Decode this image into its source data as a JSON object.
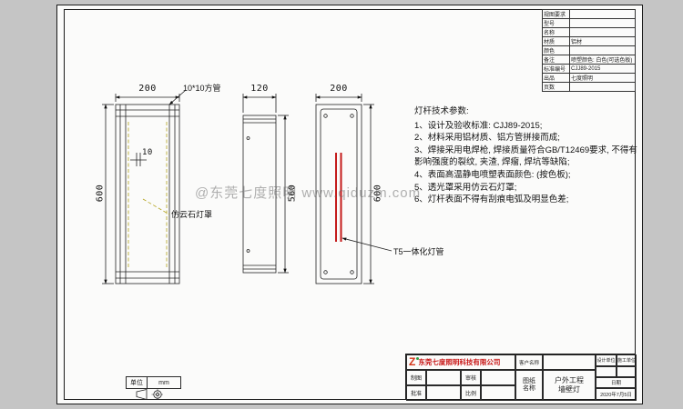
{
  "watermark": "@东莞七度照明 www.qiduzm.com",
  "views": {
    "front": {
      "dim_width": "200",
      "dim_height": "600",
      "tube_label": "10*10方管",
      "gap_dim": "10",
      "shade_label": "仿云石灯罩"
    },
    "side": {
      "dim_width": "120",
      "dim_height": "560"
    },
    "back": {
      "dim_width": "200",
      "dim_height": "600",
      "lamp_label": "T5一体化灯管"
    }
  },
  "notes": {
    "title": "灯杆技术参数:",
    "lines": [
      "1、设计及验收标准: CJJ89-2015;",
      "2、材料采用铝材质、铝方管拼接而成;",
      "3、焊接采用电焊枪, 焊接质量符合GB/T12469要求, 不得有",
      "影响强度的裂纹, 夹渣, 焊瘤, 焊坑等缺陷;",
      "4、表面高温静电喷塑表面颜色: (按色板);",
      "5、透光罩采用仿云石灯罩;",
      "6、灯杆表面不得有刮痕电弧及明显色差;"
    ]
  },
  "spec_table": {
    "rows": [
      {
        "label": "规图要求",
        "value": ""
      },
      {
        "label": "型号",
        "value": ""
      },
      {
        "label": "名称",
        "value": ""
      },
      {
        "label": "材质",
        "value": "铝材"
      },
      {
        "label": "颜色",
        "value": ""
      },
      {
        "label": "备注",
        "value": "喷塑颜色: 白色(可选色板)"
      },
      {
        "label": "标准编号",
        "value": "CJJ89-2015"
      },
      {
        "label": "出品",
        "value": "七度照明"
      },
      {
        "label": "页数",
        "value": ""
      }
    ]
  },
  "title_block": {
    "logo_letter": "Z",
    "company": "东莞七度照明科技有限公司",
    "customer_label": "客户名称",
    "drawing_name_label": "图纸名称",
    "drawing_name_value": "户外工程墙壁灯",
    "draft_label": "制图",
    "check_label": "审核",
    "approve_label": "批准",
    "scale_label": "比例",
    "design_unit_label": "设计单位",
    "build_unit_label": "施工单位",
    "date_label": "日期",
    "date_value": "2020年7月5日"
  },
  "unit_box": {
    "label": "单位",
    "value": "mm"
  }
}
